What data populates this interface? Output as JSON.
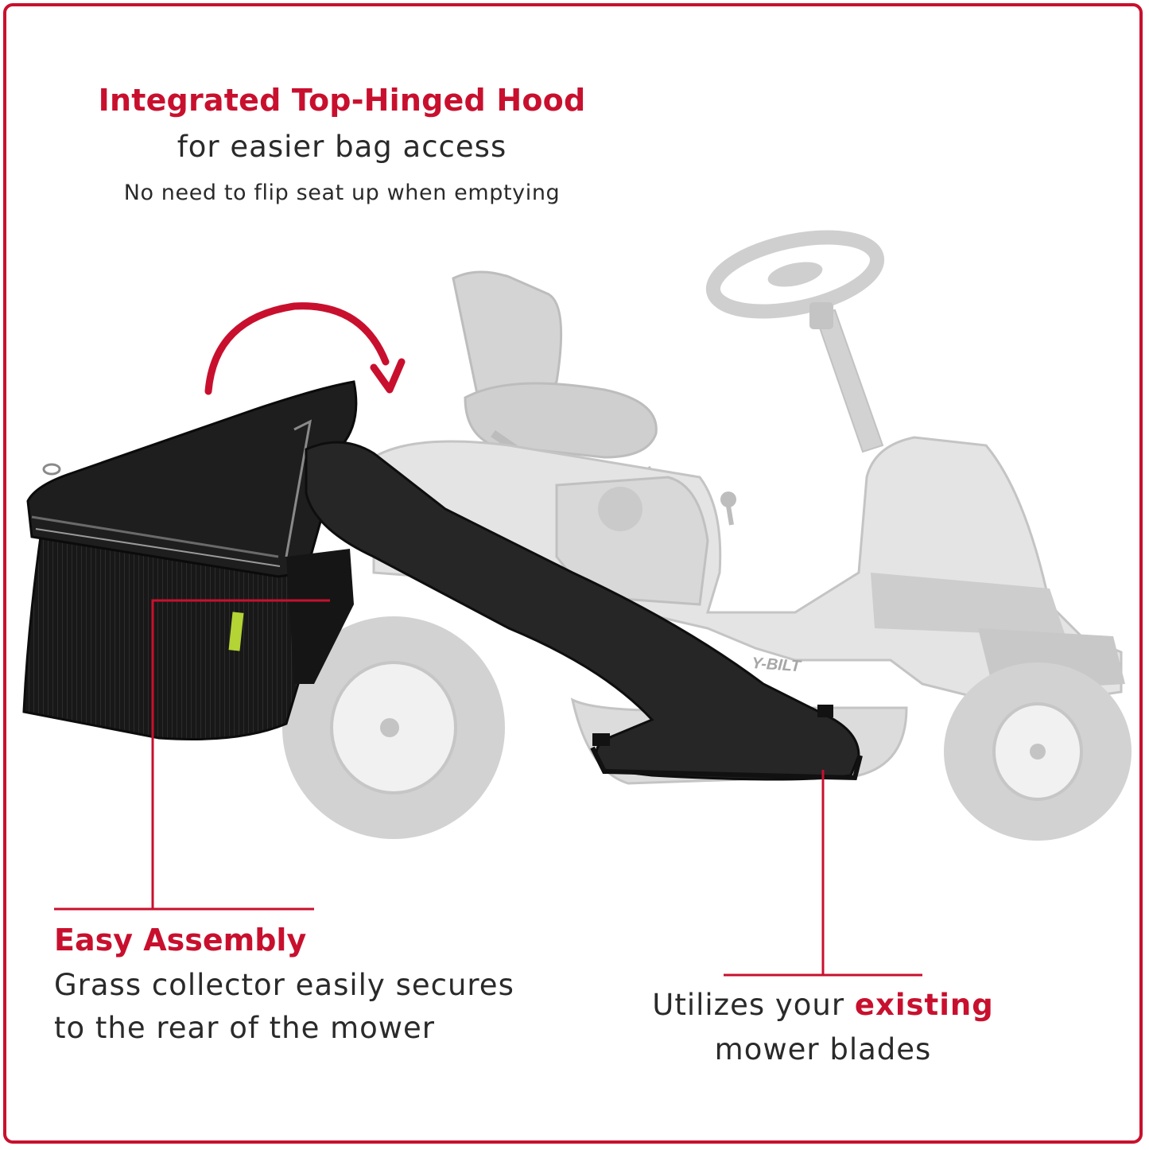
{
  "hood": {
    "title": "Integrated Top-Hinged Hood",
    "subtitle": "for easier bag access",
    "note": "No need to flip seat up when emptying"
  },
  "assembly": {
    "title": "Easy Assembly",
    "line1": "Grass collector easily secures",
    "line2": "to the rear of the mower"
  },
  "blades": {
    "pre": "Utilizes your ",
    "emphasis": "existing",
    "line2": "mower blades"
  },
  "mower": {
    "brand_text": "Y-BILT"
  },
  "colors": {
    "accent": "#c8102e",
    "text": "#2a2a2a",
    "mower_faded": "#d6d6d6",
    "bagger": "#1c1c1c"
  }
}
